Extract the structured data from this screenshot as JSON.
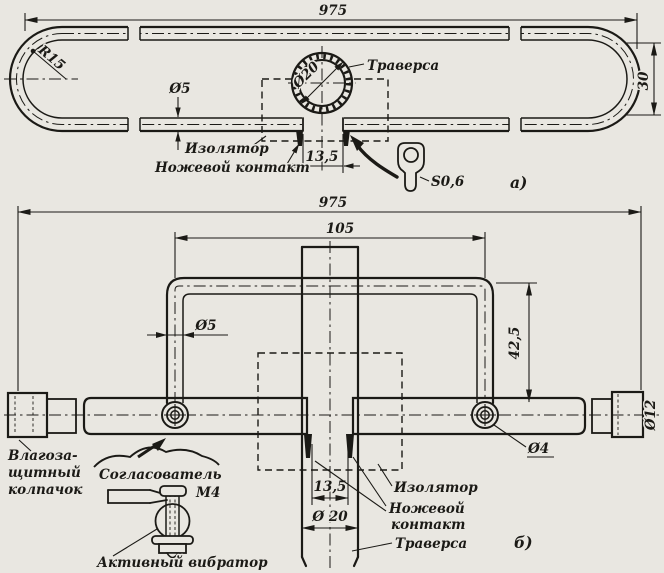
{
  "drawing_title": "Folded dipole antenna element — technical drawing (two views)",
  "colors": {
    "paper": "#e9e7e1",
    "ink": "#1b1a16"
  },
  "view_a": {
    "label": "а)",
    "dims": {
      "length": "975",
      "radius": "R15",
      "tube_dia": "Ø5",
      "boom_dia": "Ø20",
      "gap": "13,5",
      "height": "30",
      "sheet_thickness": "S0,6"
    },
    "labels": {
      "traverse": "Траверса",
      "insulator": "Изолятор",
      "knife_contact": "Ножевой контакт"
    }
  },
  "view_b": {
    "label": "б)",
    "dims": {
      "length": "975",
      "matcher_width": "105",
      "tube_dia": "Ø5",
      "matcher_height": "42,5",
      "rivet_dia": "Ø4",
      "vibrator_dia": "Ø12",
      "gap": "13,5",
      "boom_dia": "Ø 20",
      "bolt": "М4"
    },
    "labels": {
      "cap_line1": "Влагоза-",
      "cap_line2": "щитный",
      "cap_line3": "колпачок",
      "matcher": "Согласователь",
      "active_vibrator": "Активный вибратор",
      "insulator": "Изолятор",
      "knife_line1": "Ножевой",
      "knife_line2": "контакт",
      "traverse": "Траверса"
    }
  }
}
